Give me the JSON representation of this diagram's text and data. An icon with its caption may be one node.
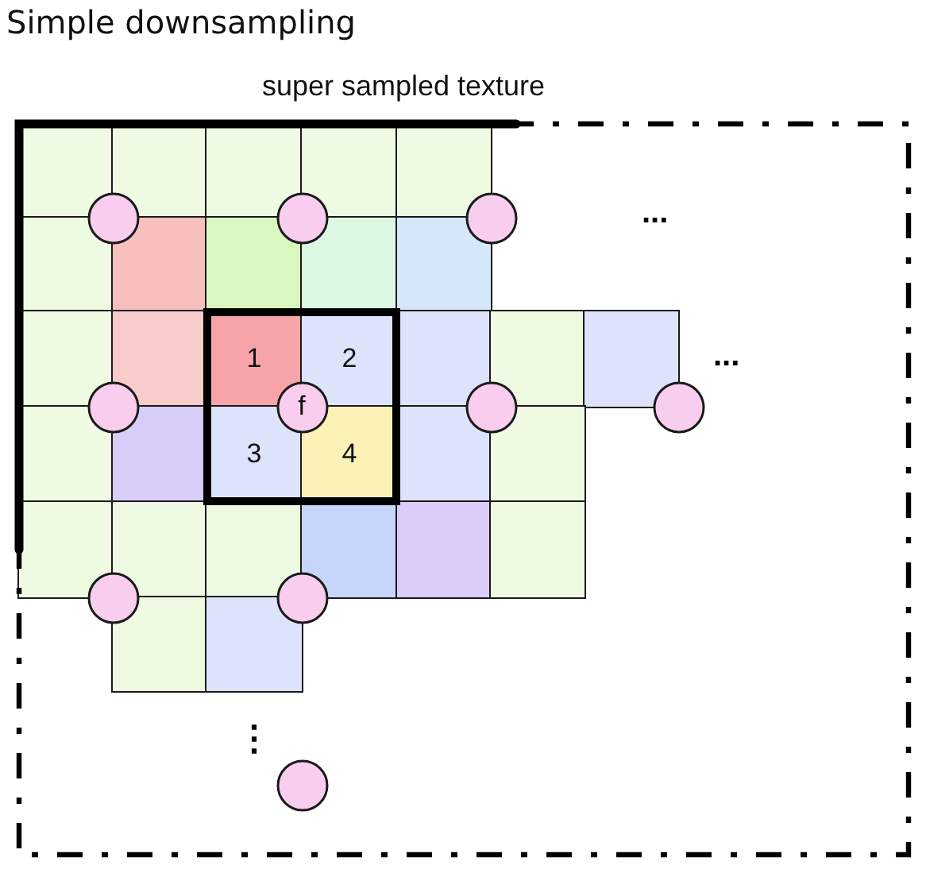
{
  "diagram": {
    "title": "Simple downsampling",
    "nodes": [
      {
        "text": [
          "super sampled texture"
        ]
      },
      {
        "text": [],
        "shape": "box",
        "in": 0
      },
      {
        "text": [],
        "shape": "box",
        "in": 0
      },
      {
        "text": [],
        "shape": "box",
        "in": 0
      },
      {
        "text": [],
        "shape": "box",
        "in": 0
      },
      {
        "text": [],
        "shape": "box",
        "in": 0
      },
      {
        "text": [],
        "shape": "circle",
        "in": 0
      },
      {
        "text": [],
        "shape": "circle",
        "in": 0
      },
      {
        "text": [],
        "shape": "circle",
        "in": 0
      },
      {
        "text": [],
        "shape": "box",
        "in": 0
      },
      {
        "text": [],
        "shape": "box",
        "in": 0
      },
      {
        "text": [],
        "shape": "box",
        "in": 0
      },
      {
        "text": [],
        "shape": "box",
        "in": 0
      },
      {
        "text": [],
        "shape": "box",
        "in": 0
      },
      {
        "text": [],
        "shape": "box",
        "in": 0
      },
      {
        "text": [],
        "shape": "box",
        "in": 0
      },
      {
        "text": [],
        "shape": "box",
        "in": 0
      },
      {
        "text": [
          "1"
        ],
        "in": 16
      },
      {
        "text": [
          "2"
        ],
        "in": 16
      },
      {
        "text": [],
        "shape": "box",
        "in": 0
      },
      {
        "text": [],
        "shape": "box",
        "in": 0
      },
      {
        "text": [],
        "shape": "box",
        "in": 0
      },
      {
        "text": [],
        "shape": "circle",
        "in": 0
      },
      {
        "text": [
          "f"
        ],
        "in": 16
      },
      {
        "text": [],
        "shape": "circle",
        "in": 0
      },
      {
        "text": [],
        "shape": "circle",
        "in": 0
      },
      {
        "text": [],
        "shape": "box",
        "in": 0
      },
      {
        "text": [],
        "shape": "box",
        "in": 0
      },
      {
        "text": [
          "3"
        ],
        "in": 16
      },
      {
        "text": [
          "4"
        ],
        "in": 16
      },
      {
        "text": [],
        "shape": "box",
        "in": 0
      },
      {
        "text": [],
        "shape": "box",
        "in": 0
      },
      {
        "text": [],
        "shape": "box",
        "in": 0
      },
      {
        "text": [],
        "shape": "box",
        "in": 0
      },
      {
        "text": [],
        "shape": "box",
        "in": 0
      },
      {
        "text": [],
        "shape": "box",
        "in": 0
      },
      {
        "text": [],
        "shape": "box",
        "in": 0
      },
      {
        "text": [],
        "shape": "box",
        "in": 0
      },
      {
        "text": [],
        "shape": "circle",
        "in": 0
      },
      {
        "text": [],
        "shape": "circle",
        "in": 0
      },
      {
        "text": [],
        "shape": "box",
        "in": 0
      },
      {
        "text": [],
        "shape": "box",
        "in": 0
      },
      {
        "text": [],
        "shape": "circle",
        "in": 0
      }
    ],
    "labels": [
      "...",
      "...",
      "⋮"
    ]
  }
}
